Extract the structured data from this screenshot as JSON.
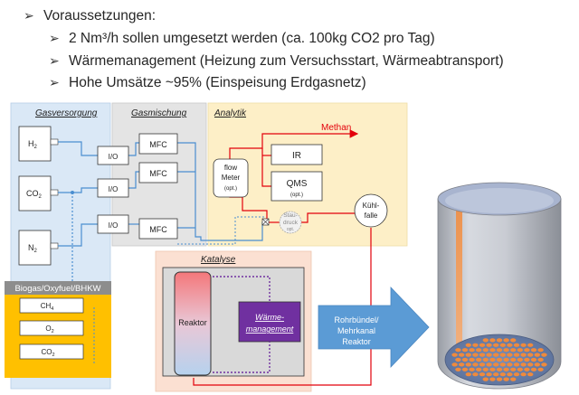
{
  "bullets": {
    "main": "Voraussetzungen:",
    "sub1": "2 Nm³/h sollen umgesetzt werden (ca. 100kg CO2 pro Tag)",
    "sub2": "Wärmemanagement (Heizung zum Versuchsstart, Wärmeabtransport)",
    "sub3": "Hohe Umsätze ~95% (Einspeisung Erdgasnetz)"
  },
  "diagram": {
    "gasversorgung": "Gasversorgung",
    "gasmischung": "Gasmischung",
    "analytik": "Analytik",
    "katalyse": "Katalyse",
    "h2": "H",
    "h2_sub": "2",
    "co2": "CO",
    "co2_sub": "2",
    "n2": "N",
    "n2_sub": "2",
    "io": "I/O",
    "mfc": "MFC",
    "methan": "Methan",
    "ir": "IR",
    "qms": "QMS",
    "qms_opt": "(opt.)",
    "flow_line1": "flow",
    "flow_line2": "Meter",
    "flow_opt": "(opt.)",
    "stau_line1": "Stau-",
    "stau_line2": "druck",
    "stau_opt": "opt.",
    "kuehl_line1": "Kühl-",
    "kuehl_line2": "falle",
    "biogas": "Biogas/Oxyfuel/BHKW",
    "ch4": "CH",
    "ch4_sub": "4",
    "o2": "O",
    "o2_sub": "2",
    "co2b": "CO",
    "co2b_sub": "2",
    "reaktor": "Reaktor",
    "waerme_line1": "Wärme-",
    "waerme_line2": "management",
    "arrow_line1": "Rohrbündel/",
    "arrow_line2": "Mehrkanal",
    "arrow_line3": "Reaktor"
  },
  "colors": {
    "gasversorgung_bg": "#dae8f6",
    "gasmischung_bg": "#e4e4e4",
    "analytik_bg": "#fdefc7",
    "katalyse_bg": "#fbe0d2",
    "biogas_bg": "#ffc000",
    "blue_line": "#4a8ed0",
    "red_line": "#e3000b",
    "purple": "#7030a0",
    "arrow_blue": "#5b9bd5",
    "orange": "#f08a3c"
  }
}
